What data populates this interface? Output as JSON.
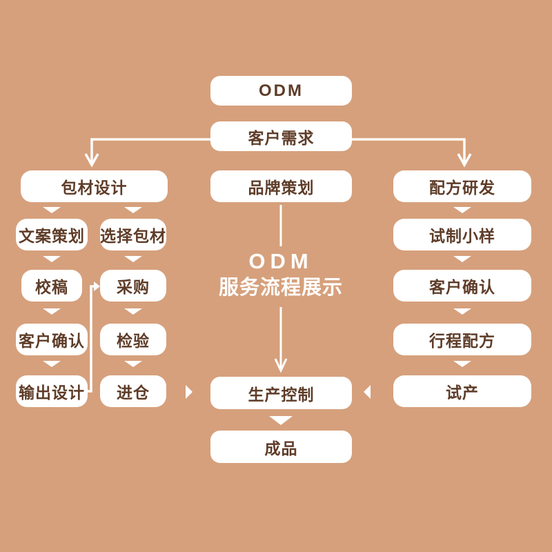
{
  "colors": {
    "background": "#d6a07c",
    "box_fill": "#ffffff",
    "box_text": "#5e3c28",
    "connector": "#ffffff"
  },
  "center_title": {
    "line1": "ODM",
    "line2": "服务流程展示"
  },
  "flow": {
    "odm": "ODM",
    "customer_needs": "客户需求",
    "left": {
      "header": "包材设计",
      "col_a": [
        "文案策划",
        "校稿",
        "客户确认",
        "输出设计"
      ],
      "col_b": [
        "选择包材",
        "采购",
        "检验",
        "进仓"
      ]
    },
    "center": {
      "brand_planning": "品牌策划",
      "production_control": "生产控制",
      "finished_product": "成品"
    },
    "right": [
      "配方研发",
      "试制小样",
      "客户确认",
      "行程配方",
      "试产"
    ]
  }
}
